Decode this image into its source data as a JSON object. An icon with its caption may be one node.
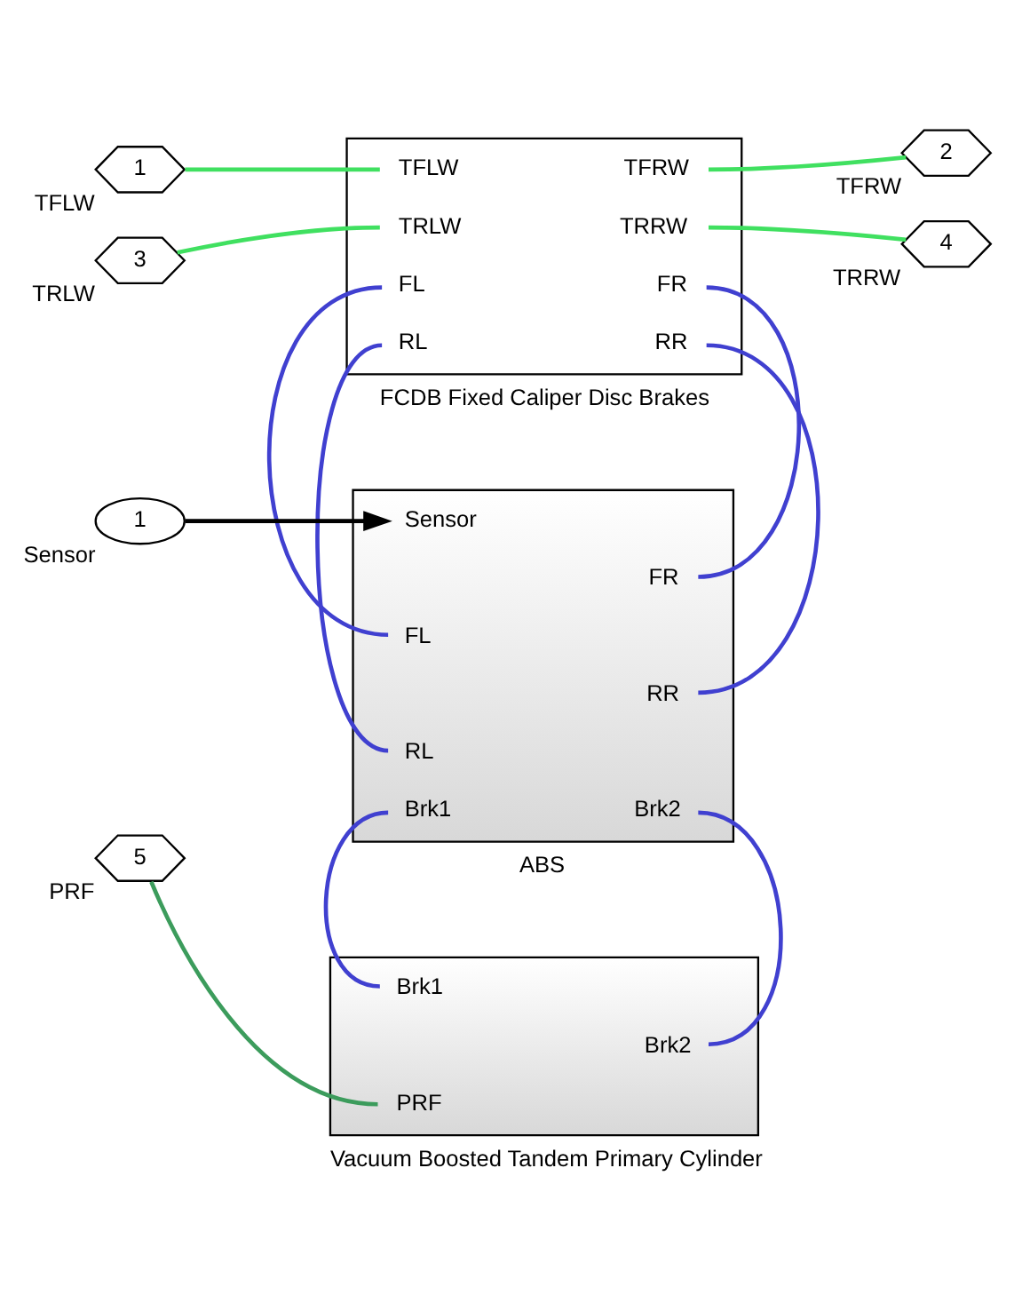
{
  "diagram": {
    "nodes": [
      {
        "text": [
          "1"
        ],
        "beside": [
          "TFLW"
        ]
      },
      {
        "text": [
          "3"
        ],
        "beside": [
          "TRLW"
        ]
      },
      {
        "text": [
          "2"
        ],
        "beside": [
          "TFRW"
        ]
      },
      {
        "text": [
          "4"
        ],
        "beside": [
          "TRRW"
        ]
      },
      {
        "text": [
          "TFLW",
          "TFRW",
          "TRLW",
          "TRRW",
          "FL",
          "FR",
          "RL",
          "RR"
        ],
        "beside": [
          "FCDB Fixed Caliper Disc Brakes"
        ]
      },
      {
        "text": [
          "1"
        ],
        "beside": [
          "Sensor"
        ]
      },
      {
        "text": [
          "Sensor",
          "FR",
          "FL",
          "RR",
          "RL",
          "Brk1",
          "Brk2"
        ],
        "beside": [
          "ABS"
        ]
      },
      {
        "text": [
          "Brk1",
          "Brk2",
          "PRF"
        ],
        "beside": [
          "Vacuum Boosted Tandem Primary Cylinder"
        ]
      },
      {
        "text": [
          "5"
        ],
        "beside": [
          "PRF"
        ]
      }
    ],
    "edges": [
      {
        "from": 0,
        "to": 4,
        "arrow": "none",
        "color": "#40e060"
      },
      {
        "from": 1,
        "to": 4,
        "arrow": "none",
        "color": "#40e060"
      },
      {
        "from": 4,
        "to": 2,
        "arrow": "none",
        "color": "#40e060"
      },
      {
        "from": 4,
        "to": 3,
        "arrow": "none",
        "color": "#40e060"
      },
      {
        "from": 4,
        "to": 6,
        "arrow": "none"
      },
      {
        "from": 4,
        "to": 6,
        "arrow": "none"
      },
      {
        "from": 4,
        "to": 6,
        "arrow": "none"
      },
      {
        "from": 4,
        "to": 6,
        "arrow": "none"
      },
      {
        "from": 5,
        "to": 6,
        "arrow": "to",
        "color": "#000000"
      },
      {
        "from": 6,
        "to": 7,
        "arrow": "none"
      },
      {
        "from": 6,
        "to": 7,
        "arrow": "none"
      },
      {
        "from": 8,
        "to": 7,
        "arrow": "none",
        "color": "#3c9c5c"
      }
    ]
  }
}
